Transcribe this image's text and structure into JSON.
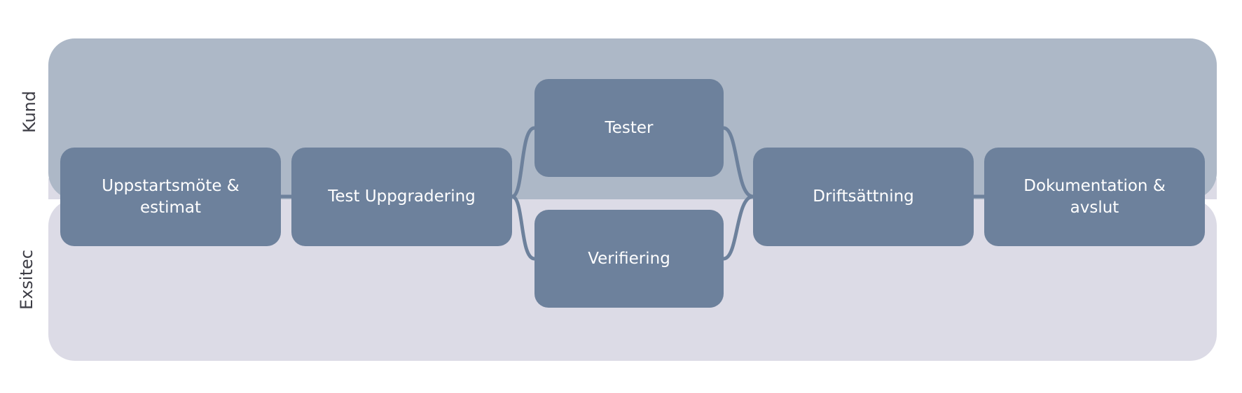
{
  "lanes": {
    "top": {
      "label": "Kund",
      "color": "#adb8c7"
    },
    "bottom": {
      "label": "Exsitec",
      "color": "#dcdbe6"
    }
  },
  "nodes": {
    "n1": {
      "label": "Uppstartsmöte & estimat"
    },
    "n2": {
      "label": "Test Uppgradering"
    },
    "n3": {
      "label": "Tester"
    },
    "n4": {
      "label": "Verifiering"
    },
    "n5": {
      "label": "Driftsättning"
    },
    "n6": {
      "label": "Dokumentation & avslut"
    }
  },
  "colors": {
    "node": "#6d819c",
    "connector": "#6d819c",
    "text": "#ffffff"
  }
}
